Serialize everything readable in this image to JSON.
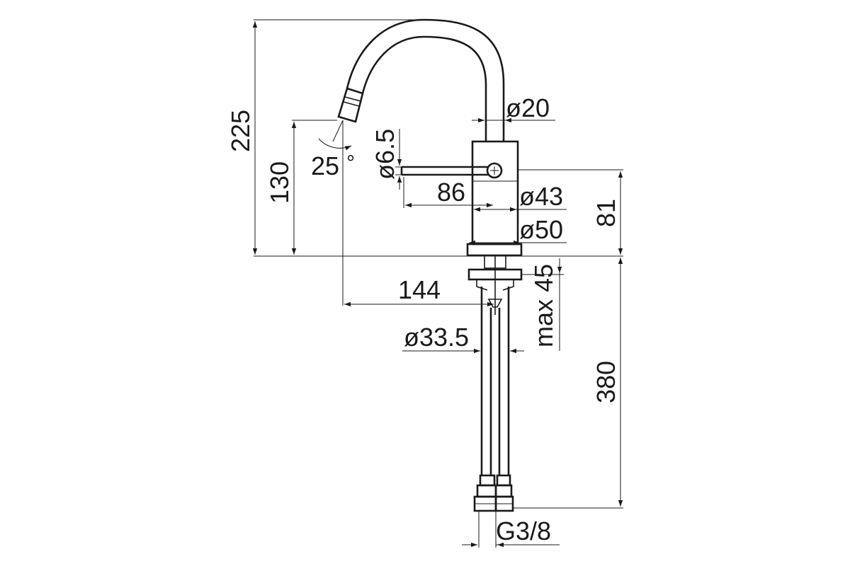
{
  "dimensions": {
    "h_total": "225",
    "h_spout": "130",
    "angle": "25",
    "angle_unit": "°",
    "lever_dia": "ø6.5",
    "lever_len": "86",
    "spout_dia": "ø20",
    "body_dia": "ø43",
    "base_dia": "ø50",
    "body_height": "81",
    "reach": "144",
    "max_thickness": "max 45",
    "hole_dia": "ø33.5",
    "hose_length": "380",
    "connection": "G3/8"
  }
}
